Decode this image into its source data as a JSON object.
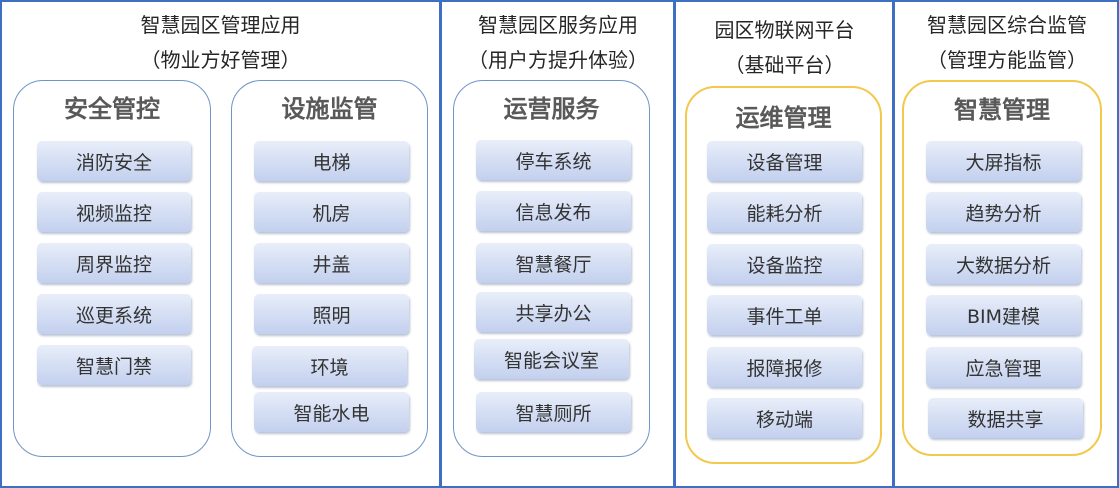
{
  "sections": [
    {
      "title": "智慧园区管理应用",
      "subtitle": "（物业方好管理）",
      "groups": [
        {
          "title": "安全管控",
          "items": [
            "消防安全",
            "视频监控",
            "周界监控",
            "巡更系统",
            "智慧门禁"
          ]
        },
        {
          "title": "设施监管",
          "items": [
            "电梯",
            "机房",
            "井盖",
            "照明",
            "环境",
            "智能水电"
          ]
        }
      ]
    },
    {
      "title": "智慧园区服务应用",
      "subtitle": "（用户方提升体验）",
      "groups": [
        {
          "title": "运营服务",
          "items": [
            "停车系统",
            "信息发布",
            "智慧餐厅",
            "共享办公",
            "智能会议室",
            "智慧厕所"
          ]
        }
      ]
    },
    {
      "title": "园区物联网平台",
      "subtitle": "（基础平台）",
      "groups": [
        {
          "title": "运维管理",
          "items": [
            "设备管理",
            "能耗分析",
            "设备监控",
            "事件工单",
            "报障报修",
            "移动端"
          ]
        }
      ]
    },
    {
      "title": "智慧园区综合监管",
      "subtitle": "（管理方能监管）",
      "groups": [
        {
          "title": "智慧管理",
          "items": [
            "大屏指标",
            "趋势分析",
            "大数据分析",
            "BIM建模",
            "应急管理",
            "数据共享"
          ]
        }
      ]
    }
  ],
  "colors": {
    "frame": "#3f6fc2",
    "group_blue_border": "#6f95c7",
    "group_yellow_border": "#f2c94c",
    "item_fill": "#d3ddf3",
    "group_title": "#595959"
  }
}
